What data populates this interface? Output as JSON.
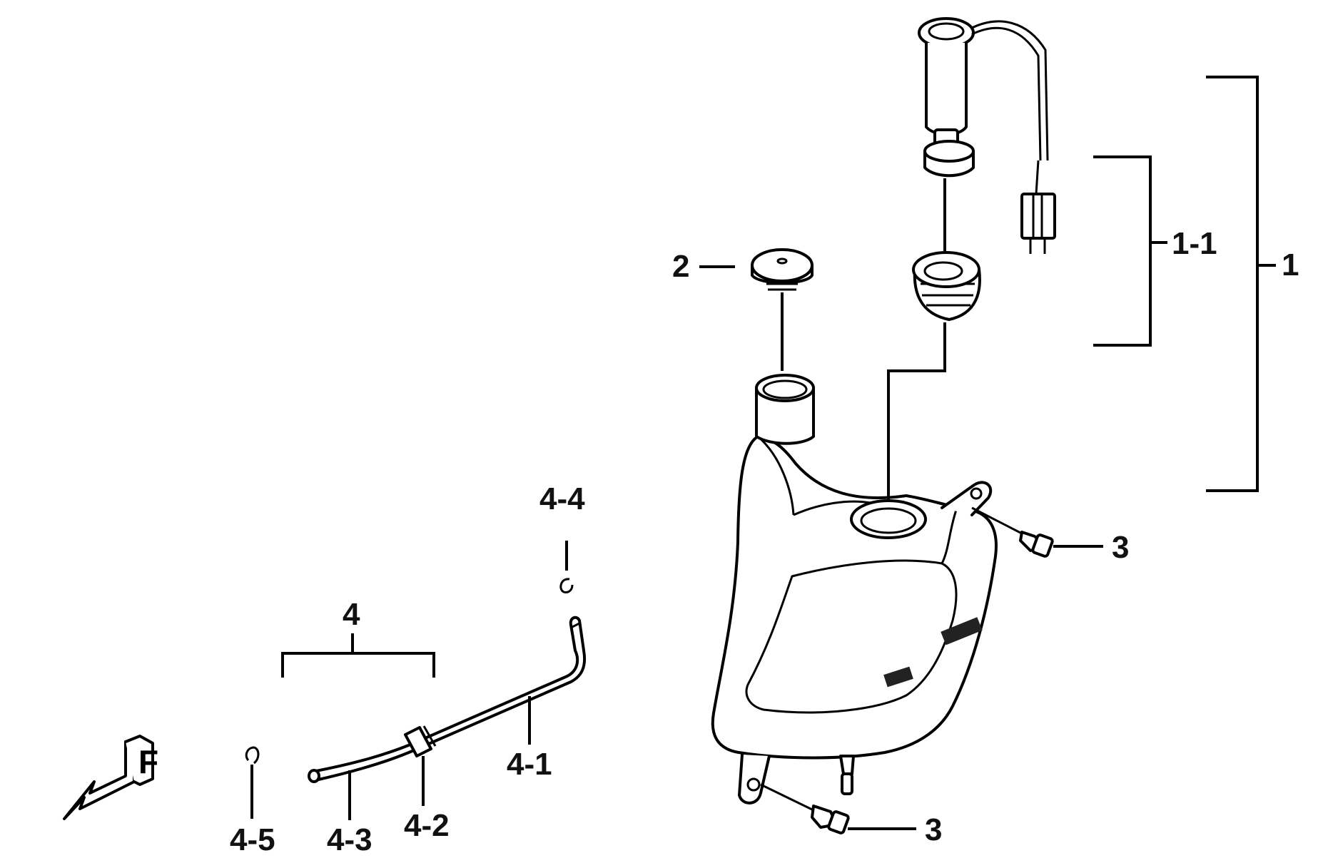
{
  "diagram": {
    "labels": {
      "p1": "1",
      "p1_1": "1-1",
      "p2": "2",
      "p3_upper": "3",
      "p3_lower": "3",
      "p4": "4",
      "p4_1": "4-1",
      "p4_2": "4-2",
      "p4_3": "4-3",
      "p4_4": "4-4",
      "p4_5": "4-5"
    },
    "direction_mark": "F"
  }
}
